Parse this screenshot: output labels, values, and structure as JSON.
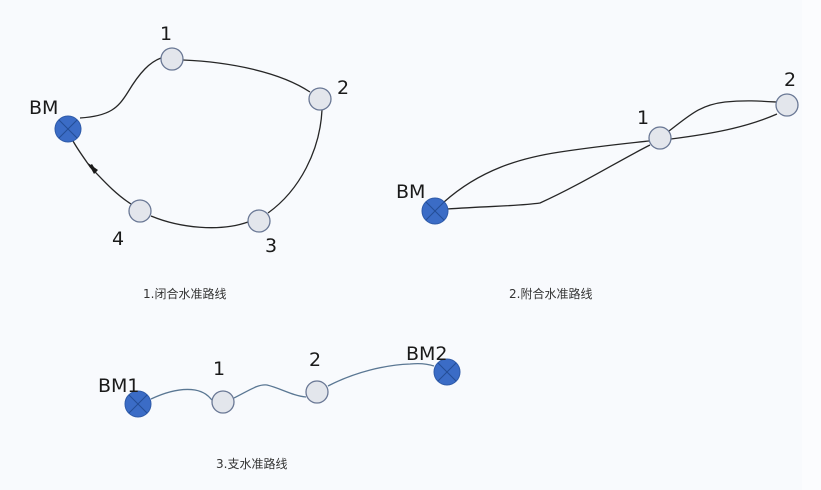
{
  "figure": {
    "background_color": "#f8fafd",
    "benchmark_color": "#3b6cc6",
    "station_fill_color": "#e3e6ec",
    "station_stroke_color": "#6a7895"
  },
  "diagrams": [
    {
      "id": "closed-route",
      "caption": "1.闭合水准路线",
      "benchmark_label": "BM",
      "stations": [
        "1",
        "2",
        "3",
        "4"
      ],
      "direction_arrow": "from station 4 back to BM"
    },
    {
      "id": "attached-route",
      "caption": "2.附合水准路线",
      "benchmark_label": "BM",
      "stations": [
        "1",
        "2"
      ]
    },
    {
      "id": "spur-route",
      "caption": "3.支水准路线",
      "benchmark_labels": [
        "BM1",
        "BM2"
      ],
      "stations": [
        "1",
        "2"
      ]
    }
  ]
}
